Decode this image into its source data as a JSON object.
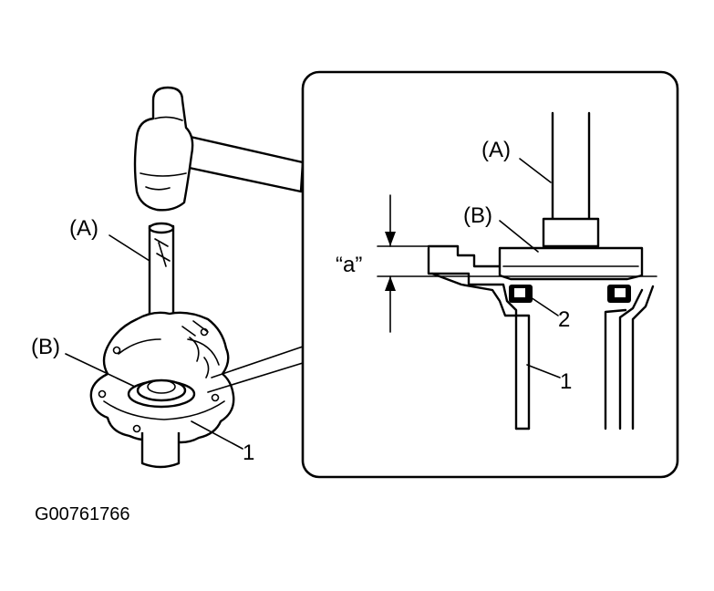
{
  "labels": {
    "tool_a_left": "(A)",
    "tool_b_left": "(B)",
    "part_1_left": "1",
    "tool_a_detail": "(A)",
    "tool_b_detail": "(B)",
    "dimension_a": "“a”",
    "part_2_detail": "2",
    "part_1_detail": "1"
  },
  "figure_code": "G00761766"
}
